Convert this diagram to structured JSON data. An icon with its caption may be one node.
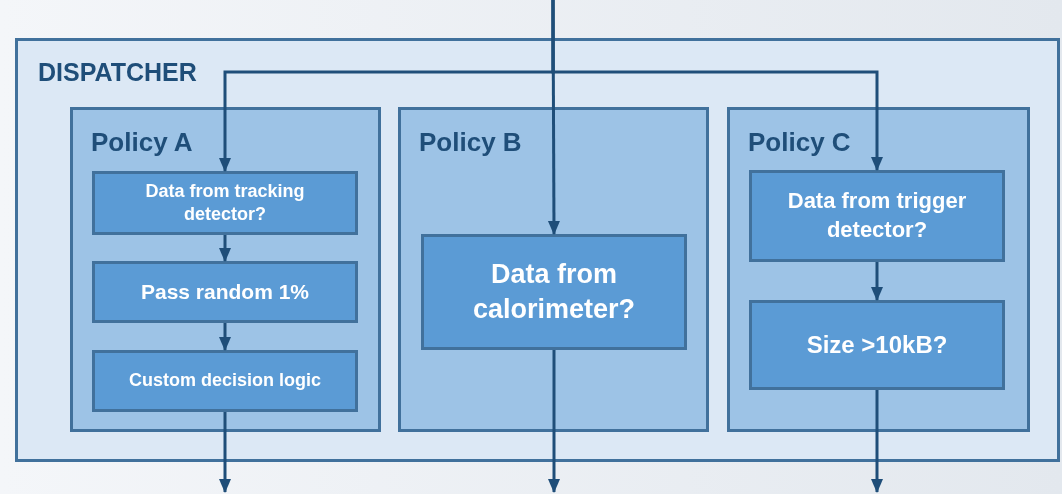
{
  "diagram": {
    "nodes": [
      {
        "text": [
          "DISPATCHER"
        ]
      },
      {
        "text": [
          "Policy A"
        ],
        "in": 0
      },
      {
        "text": [
          "Data from tracking detector?"
        ],
        "in": 1
      },
      {
        "text": [
          "Pass random 1%"
        ],
        "in": 1
      },
      {
        "text": [
          "Custom decision logic"
        ],
        "in": 1
      },
      {
        "text": [
          "Policy B"
        ],
        "in": 0
      },
      {
        "text": [
          "Data from calorimeter?"
        ],
        "in": 5
      },
      {
        "text": [
          "Policy C"
        ],
        "in": 0
      },
      {
        "text": [
          "Data from trigger detector?"
        ],
        "in": 7
      },
      {
        "text": [
          "Size >10kB?"
        ],
        "in": 7
      }
    ],
    "edges": [
      {
        "from": null,
        "to": 2,
        "arrow": "to"
      },
      {
        "from": null,
        "to": 6,
        "arrow": "to"
      },
      {
        "from": null,
        "to": 8,
        "arrow": "to"
      },
      {
        "from": 2,
        "to": 3,
        "arrow": "to"
      },
      {
        "from": 3,
        "to": 4,
        "arrow": "to"
      },
      {
        "from": 4,
        "to": null,
        "arrow": "to"
      },
      {
        "from": 6,
        "to": null,
        "arrow": "to"
      },
      {
        "from": 8,
        "to": 9,
        "arrow": "to"
      },
      {
        "from": 9,
        "to": null,
        "arrow": "to"
      }
    ]
  }
}
